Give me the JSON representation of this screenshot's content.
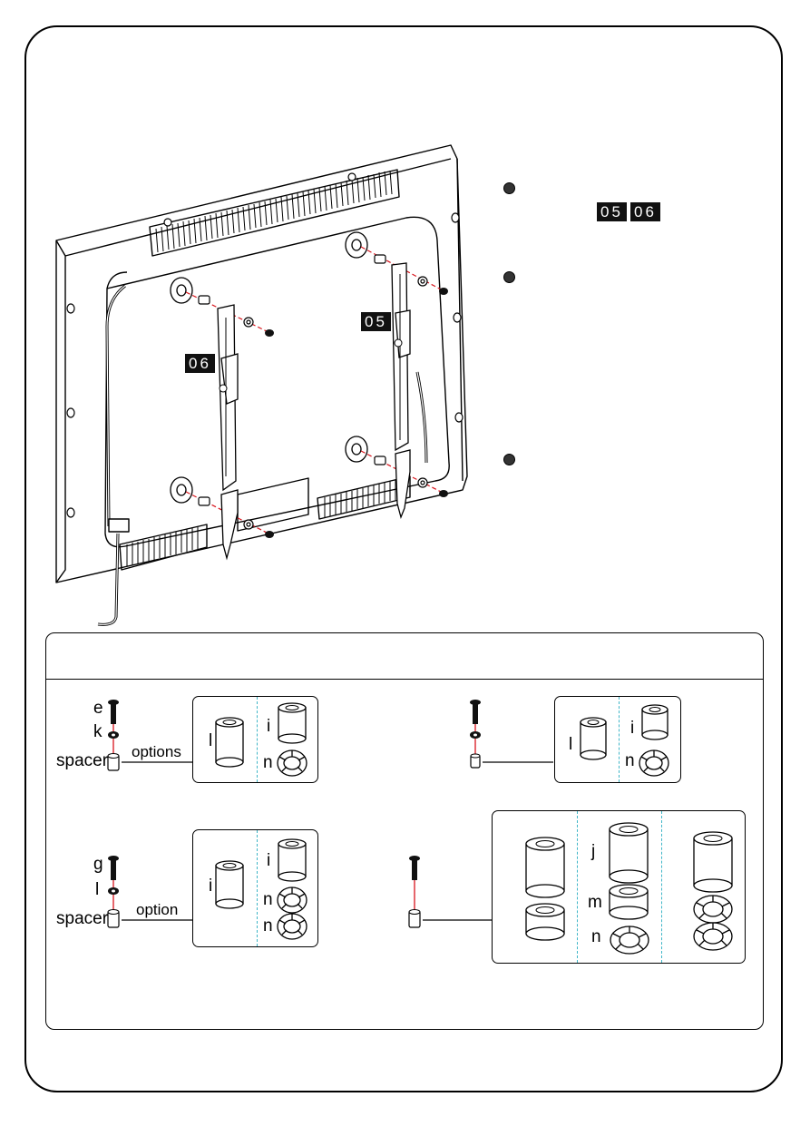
{
  "callouts": {
    "tv_right": "05",
    "tv_left": "06",
    "step1_a": "05",
    "step1_b": "06"
  },
  "options": {
    "a": {
      "screw": "e",
      "washer": "k",
      "spacer": "spacer",
      "line": "options",
      "left_part": "l",
      "right_top": "i",
      "right_bottom": "n"
    },
    "b": {
      "left_part": "l",
      "right_top": "i",
      "right_bottom": "n"
    },
    "c": {
      "screw": "g",
      "washer": "l",
      "spacer": "spacer",
      "line": "option",
      "left_part": "i",
      "right_top": "i",
      "right_mid": "n",
      "right_bottom": "n"
    },
    "d": {
      "col2_top": "j",
      "col2_mid": "m",
      "col2_bottom": "n"
    }
  },
  "colors": {
    "red_line": "#d8141c",
    "dashed": "#3fb6c8"
  }
}
